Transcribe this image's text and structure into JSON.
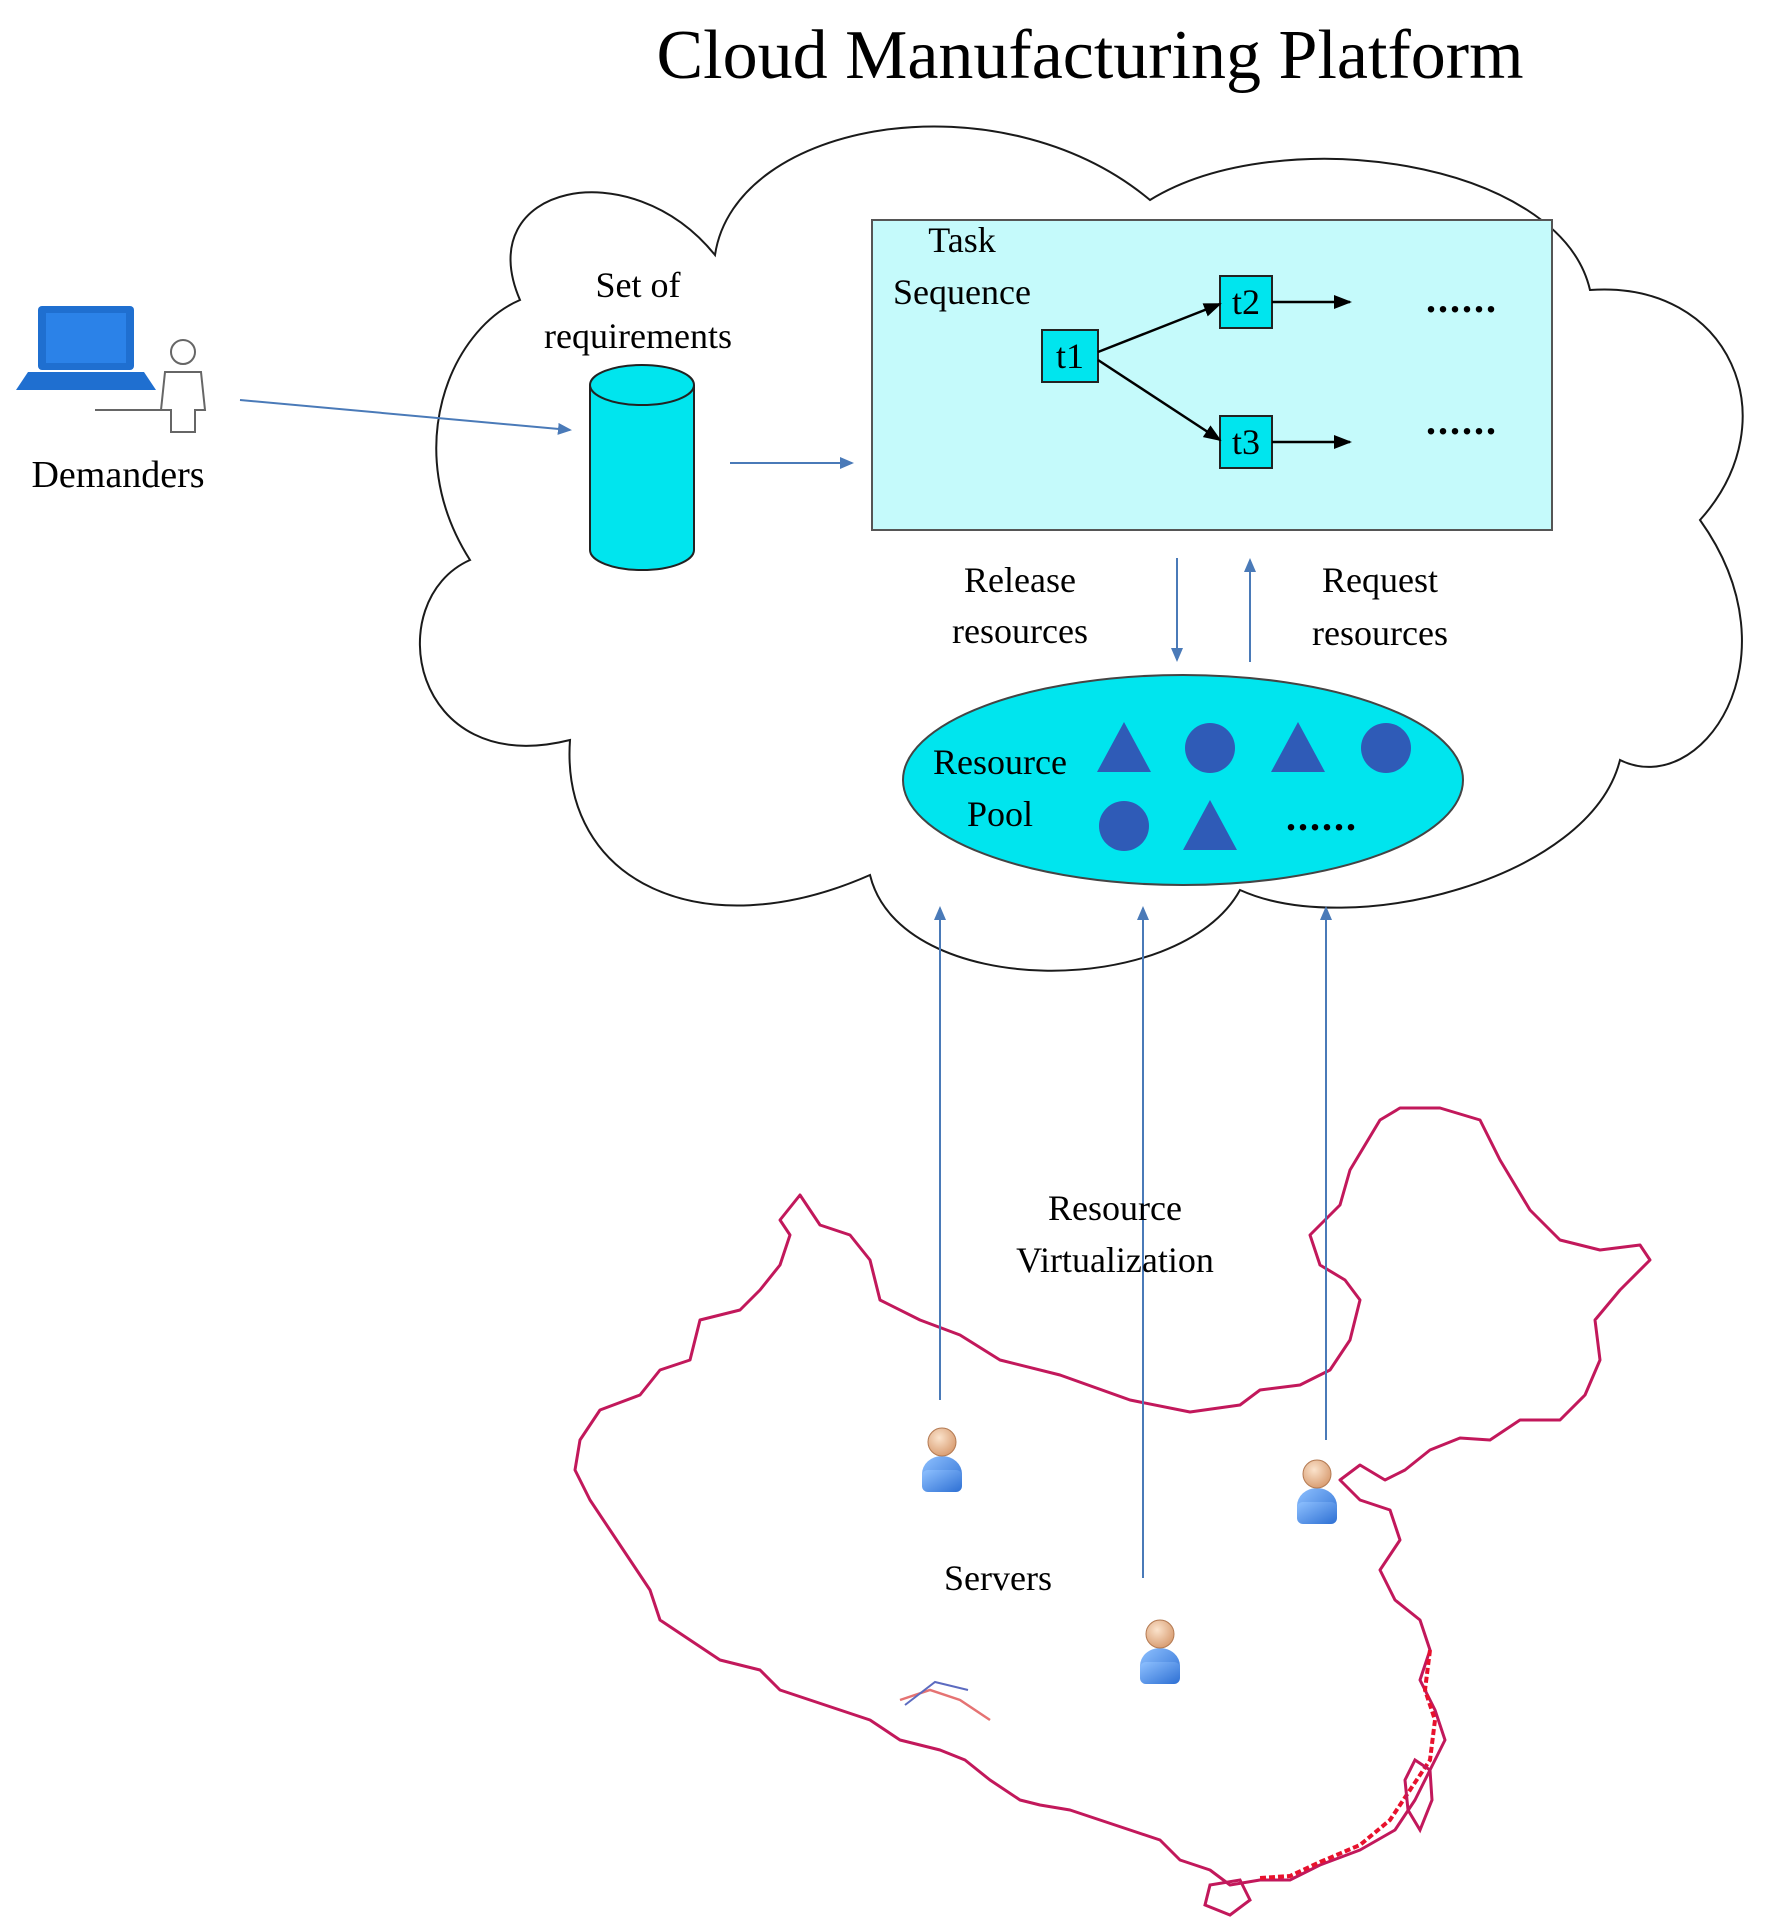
{
  "title": "Cloud Manufacturing Platform",
  "labels": {
    "demanders": "Demanders",
    "requirements_line1": "Set of",
    "requirements_line2": "requirements",
    "task_seq_line1": "Task",
    "task_seq_line2": "Sequence",
    "release_line1": "Release",
    "release_line2": "resources",
    "request_line1": "Request",
    "request_line2": "resources",
    "pool_line1": "Resource",
    "pool_line2": "Pool",
    "virt_line1": "Resource",
    "virt_line2": "Virtualization",
    "servers": "Servers"
  },
  "tasks": {
    "t1": "t1",
    "t2": "t2",
    "t3": "t3"
  },
  "ellipsis": "......",
  "colors": {
    "cyan": "#00e5ee",
    "arrow_blue": "#4a7ab8",
    "resource_blue": "#2f5bb7",
    "map_border": "#c2185b",
    "map_coast": "#e8112d",
    "laptop_blue": "#1f6fd0"
  },
  "icons": [
    "laptop-icon",
    "person-outline-icon",
    "user-icon",
    "database-cylinder-icon",
    "triangle-resource-icon",
    "circle-resource-icon"
  ]
}
